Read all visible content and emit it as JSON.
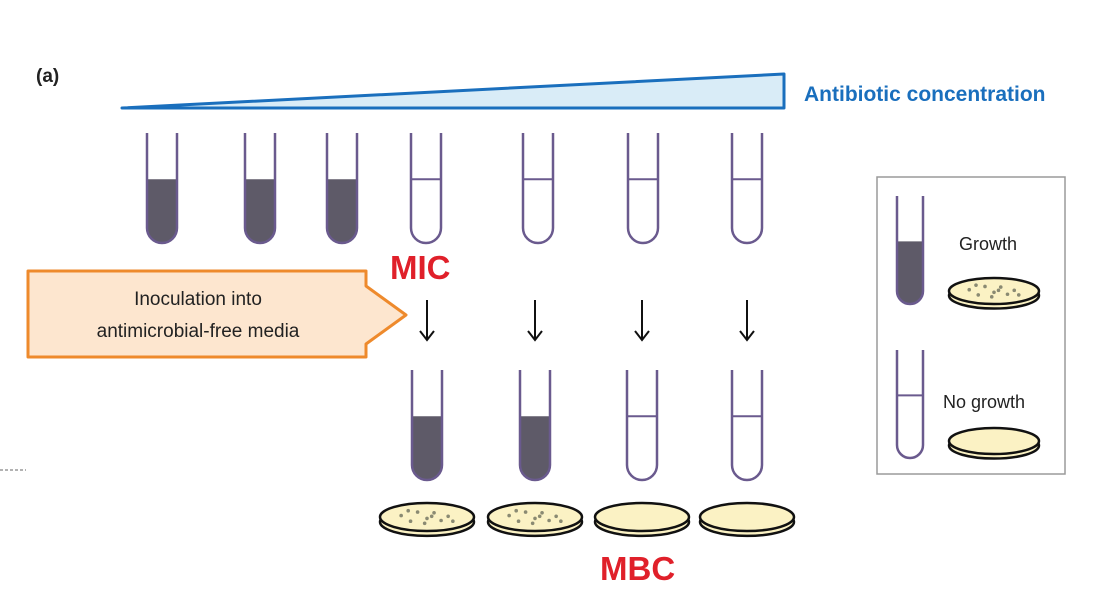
{
  "figure": {
    "panel_label": "(a)",
    "concentration_label": "Antibiotic concentration",
    "mic_label": "MIC",
    "mbc_label": "MBC",
    "callout_lines": [
      "Inoculation into",
      "antimicrobial-free media"
    ]
  },
  "legend": {
    "growth_label": "Growth",
    "no_growth_label": "No growth"
  },
  "top_row": [
    {
      "growth": true
    },
    {
      "growth": true
    },
    {
      "growth": true
    },
    {
      "growth": false
    },
    {
      "growth": false
    },
    {
      "growth": false
    },
    {
      "growth": false
    }
  ],
  "bottom_row": [
    {
      "growth": true
    },
    {
      "growth": true
    },
    {
      "growth": false
    },
    {
      "growth": false
    }
  ],
  "colors": {
    "tube_outline": "#6a5a8e",
    "growth_fill": "#5e5a68",
    "medium_line": "#6a5a8e",
    "wedge_stroke": "#1a6fbd",
    "wedge_fill": "#d9ecf7",
    "concentration_text": "#1a6fbd",
    "mic_mbc_text": "#e0202a",
    "callout_fill": "#fde6cf",
    "callout_stroke": "#ee8a2c",
    "plate_fill": "#fbf2c4",
    "plate_stroke": "#111111",
    "colony_dot": "#8a8a72"
  }
}
